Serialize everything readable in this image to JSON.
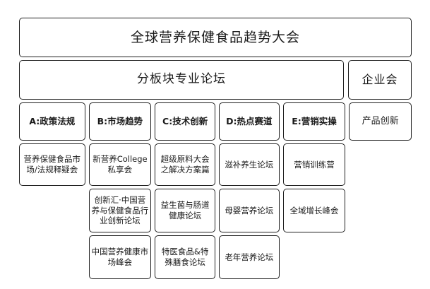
{
  "header": {
    "main_title": "全球营养保健食品趋势大会",
    "band_title": "分板块专业论坛",
    "enterprise_title": "企业会"
  },
  "tracks": [
    {
      "key": "A",
      "head": "A:政策法规",
      "items": [
        "营养保健食品市场/法规释疑会"
      ]
    },
    {
      "key": "B",
      "head": "B:市场趋势",
      "items": [
        "新营养College私享会",
        "创新汇·中国营养与保健食品行业创新论坛",
        "中国营养健康市场峰会"
      ]
    },
    {
      "key": "C",
      "head": "C:技术创新",
      "items": [
        "超级原料大会之解决方案篇",
        "益生菌与肠道健康论坛",
        "特医食品&特殊膳食论坛"
      ]
    },
    {
      "key": "D",
      "head": "D:热点赛道",
      "items": [
        "滋补养生论坛",
        "母婴营养论坛",
        "老年营养论坛"
      ]
    },
    {
      "key": "E",
      "head": "E:营销实操",
      "items": [
        "营销训练营",
        "全域增长峰会"
      ]
    },
    {
      "key": "X",
      "head": "产品创新",
      "items": []
    }
  ]
}
